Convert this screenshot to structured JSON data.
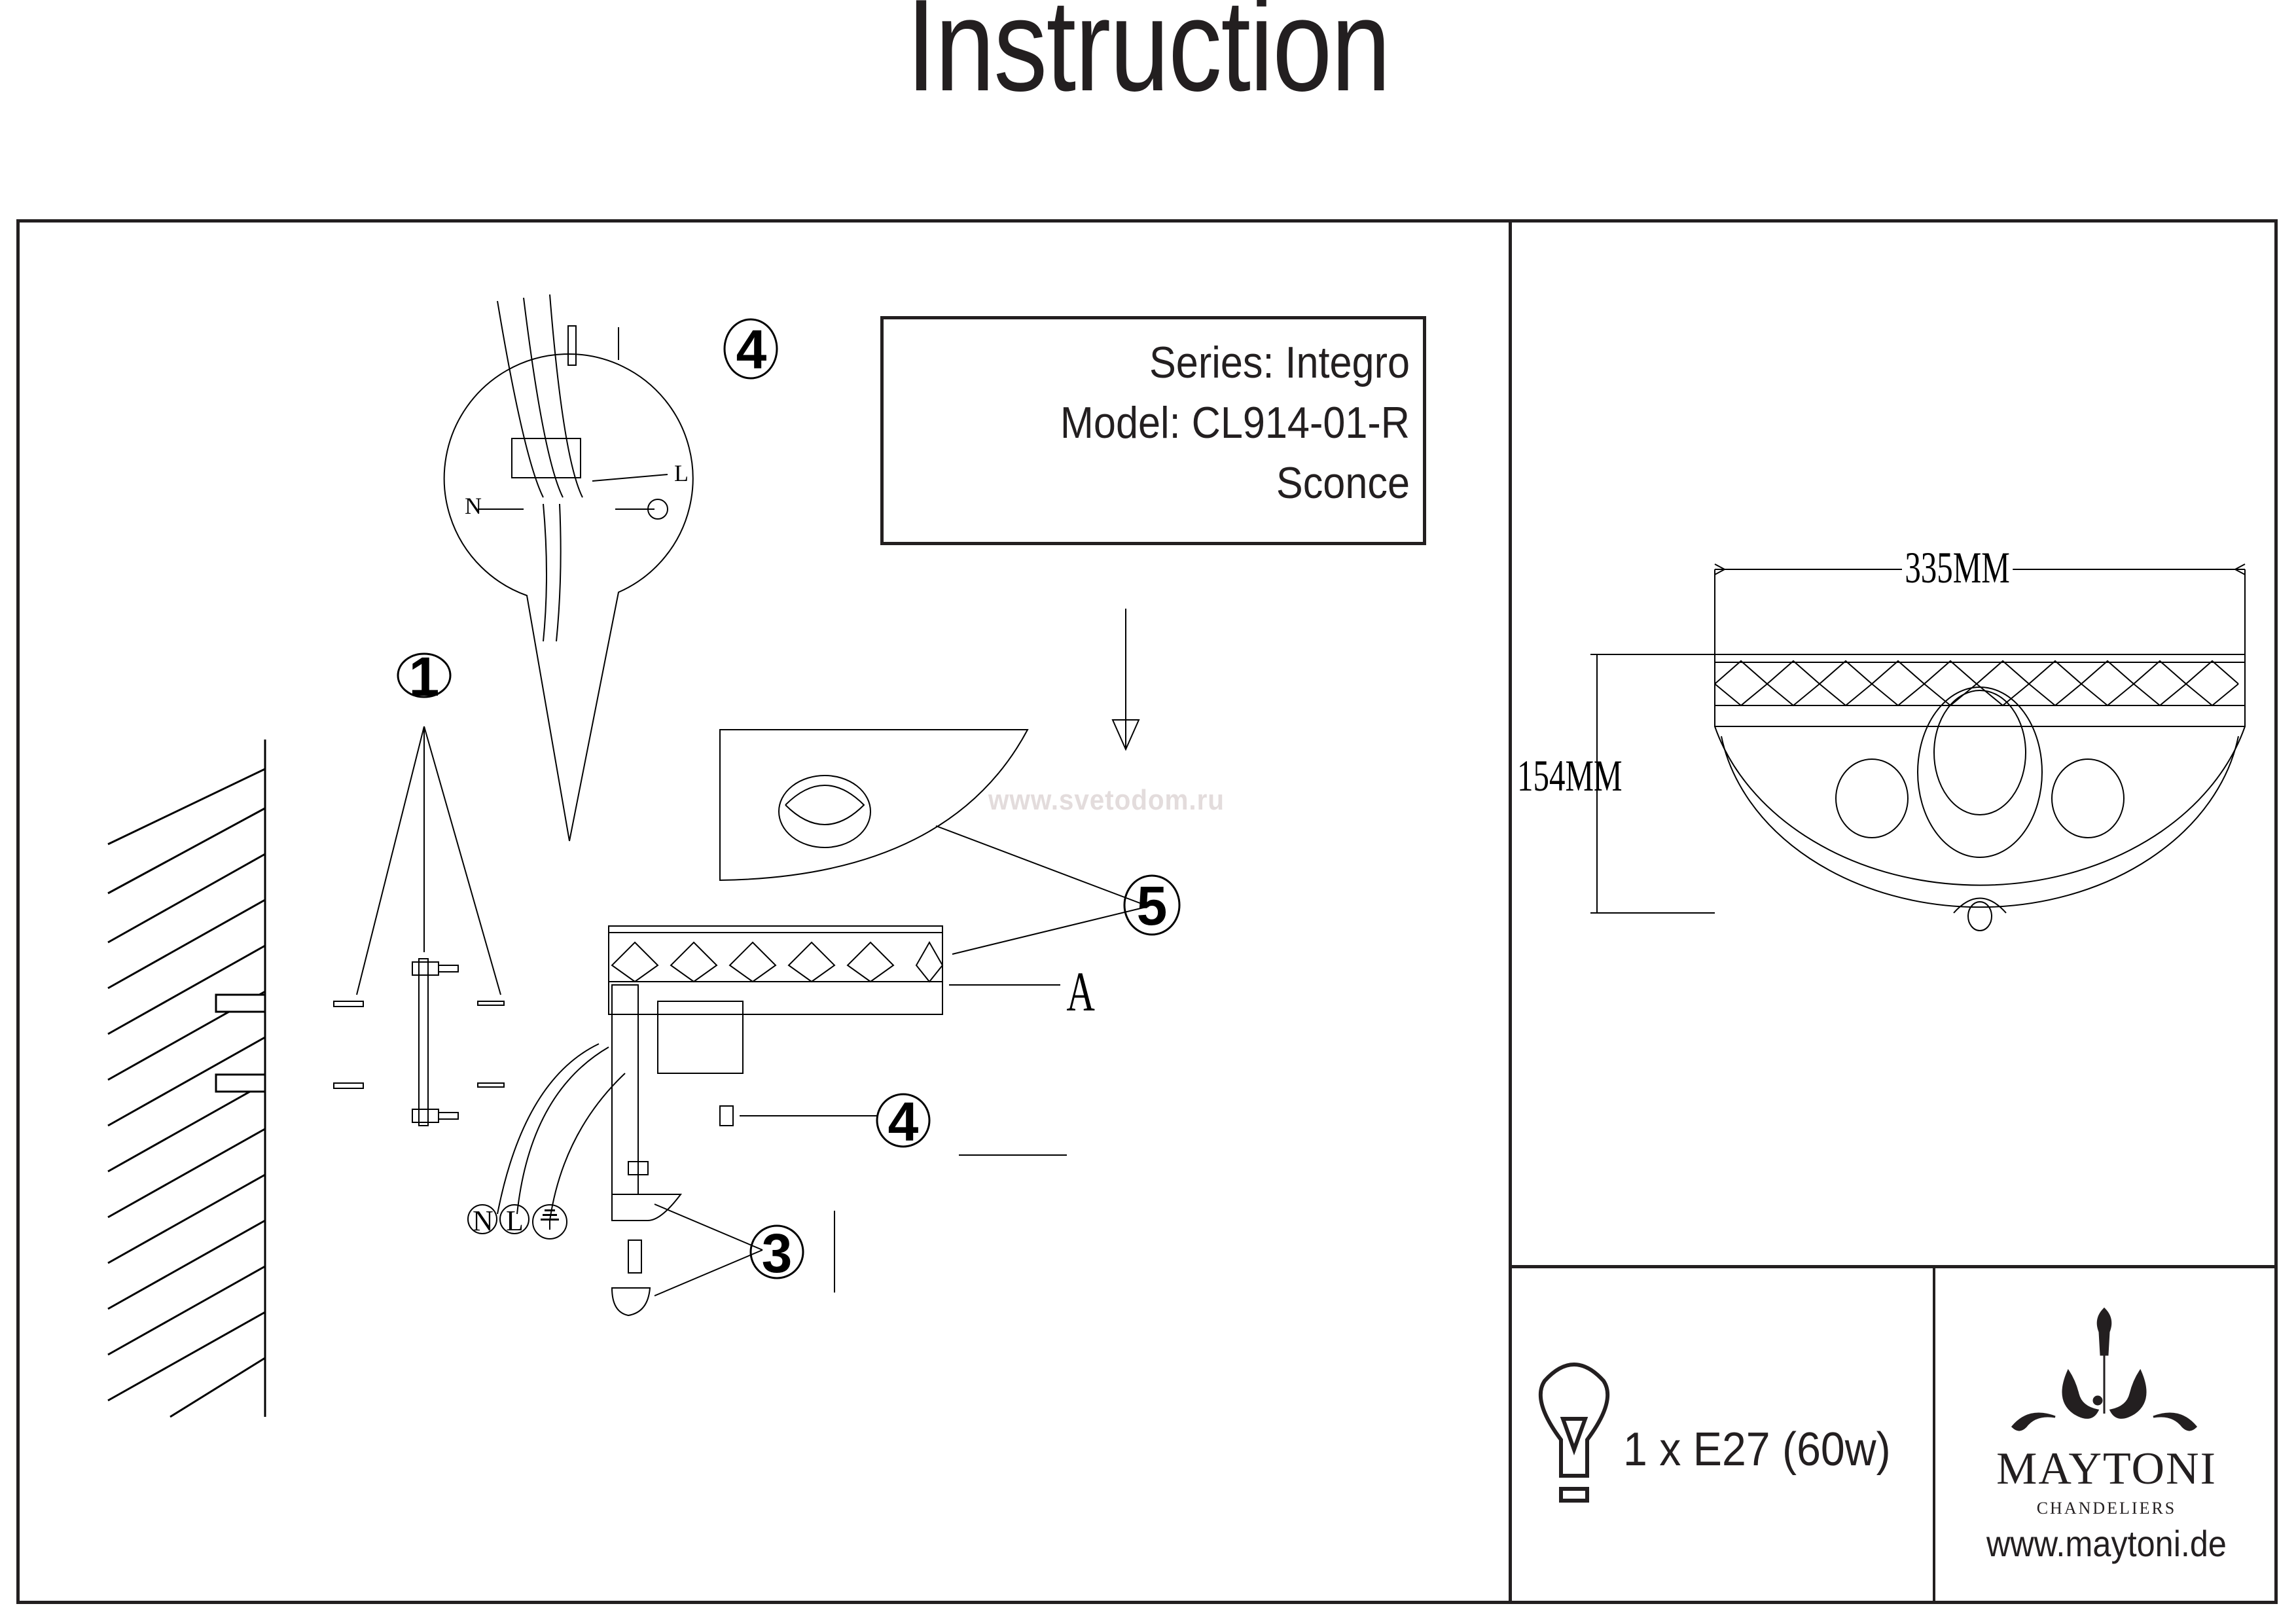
{
  "header": {
    "title": "Instruction"
  },
  "product_info": {
    "series": "Series: Integro",
    "model": "Model: CL914-01-R",
    "type": "Sconce"
  },
  "dimensions": {
    "width": "335MM",
    "height": "154MM"
  },
  "bulb": {
    "spec": "1 x E27 (60w)",
    "icon": "light-bulb-icon"
  },
  "brand": {
    "name": "MAYTONI",
    "subtitle": "CHANDELIERS",
    "url": "www.maytoni.de",
    "icon": "chandelier-ornament-logo"
  },
  "watermark": "www.svetodom.ru",
  "assembly_steps": {
    "step1": "1",
    "step3": "3",
    "step4_detail": "4",
    "step4_part": "4",
    "step5": "5",
    "part_a": "A"
  },
  "wiring_labels": {
    "neutral": "N",
    "live": "L",
    "ground_icon": "ground-symbol-icon"
  }
}
